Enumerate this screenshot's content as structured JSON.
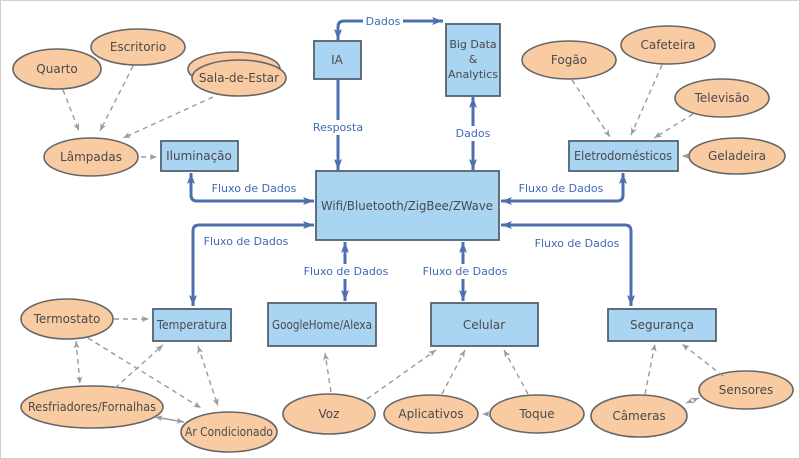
{
  "diagram": {
    "hub": {
      "label": "Wifi/Bluetooth/ZigBee/ZWave"
    },
    "boxes": {
      "ia": "IA",
      "big_data_line1": "Big Data",
      "big_data_line2": "&",
      "big_data_line3": "Analytics",
      "iluminacao": "Iluminação",
      "eletrodomesticos": "Eletrodomésticos",
      "temperatura": "Temperatura",
      "googlehome": "GoogleHome/Alexa",
      "celular": "Celular",
      "seguranca": "Segurança"
    },
    "ellipses": {
      "quarto": "Quarto",
      "escritorio": "Escritorio",
      "sala_de_estar": "Sala-de-Estar",
      "lampadas": "Lâmpadas",
      "fogao": "Fogão",
      "cafeteira": "Cafeteira",
      "televisao": "Televisão",
      "geladeira": "Geladeira",
      "termostato": "Termostato",
      "resfriadores": "Resfriadores/Fornalhas",
      "ar_condicionado": "Ar Condicionado",
      "voz": "Voz",
      "aplicativos": "Aplicativos",
      "toque": "Toque",
      "cameras": "Câmeras",
      "sensores": "Sensores"
    },
    "edge_labels": {
      "dados_top": "Dados",
      "resposta": "Resposta",
      "dados_bigdata": "Dados",
      "fluxo_iluminacao": "Fluxo de Dados",
      "fluxo_temperatura": "Fluxo de Dados",
      "fluxo_eletro": "Fluxo de Dados",
      "fluxo_seguranca": "Fluxo de Dados",
      "fluxo_googlehome": "Fluxo de Dados",
      "fluxo_celular": "Fluxo de Dados"
    },
    "colors": {
      "ellipse_fill": "#F9CBA3",
      "ellipse_stroke": "#666666",
      "box_fill": "#A9D4F2",
      "box_stroke": "#53626F",
      "arrow_blue": "#4C70AE",
      "label_blue": "#4169B8",
      "dashed_gray": "#9B9B9B",
      "node_text": "#4A4A4A",
      "background": "#FFFFFF"
    }
  }
}
